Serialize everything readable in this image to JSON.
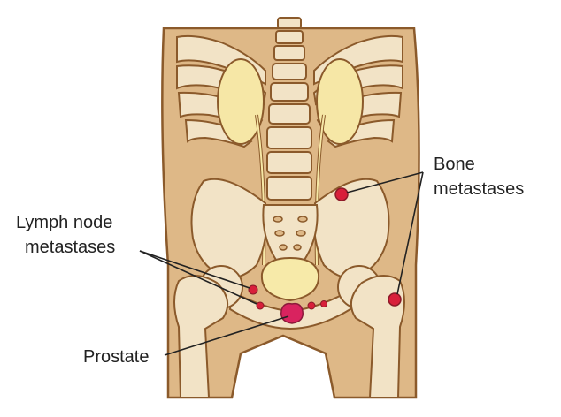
{
  "labels": {
    "bone_line1": "Bone",
    "bone_line2": "metastases",
    "lymph_line1": "Lymph node",
    "lymph_line2": "metastases",
    "prostate": "Prostate"
  },
  "colors": {
    "skin": "#deb887",
    "outline": "#8b5a2b",
    "bone": "#f2e3c6",
    "kidney": "#f6e7a6",
    "bladder": "#f7eaa9",
    "lesion": "#d81f3a",
    "prostate": "#d9235f",
    "leader_line": "#222222"
  }
}
